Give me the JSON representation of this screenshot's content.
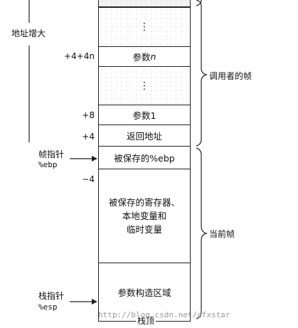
{
  "direction_label": "地址增大",
  "groups": {
    "caller": "调用者的帧",
    "current": "当前帧"
  },
  "stack": {
    "top_dots": "⋮",
    "arg_n_prefix": "参数",
    "arg_n_var": "n",
    "mid_dots": "⋮",
    "arg1": "参数1",
    "return_addr": "返回地址",
    "saved_ebp": "被保存的%ebp",
    "saved_regs": "被保存的寄存器、\n本地变量和\n临时变量",
    "arg_build": "参数构造区域",
    "bottom_label": "栈顶"
  },
  "offsets": {
    "arg_n": "+4+4n",
    "arg1": "+8",
    "return_addr": "+4",
    "saved_regs": "−4"
  },
  "pointers": {
    "frame_ptr_label": "帧指针",
    "frame_ptr_reg": "%ebp",
    "stack_ptr_label": "栈指针",
    "stack_ptr_reg": "%esp"
  },
  "watermark": "http://blog.csdn.net/afxstar"
}
